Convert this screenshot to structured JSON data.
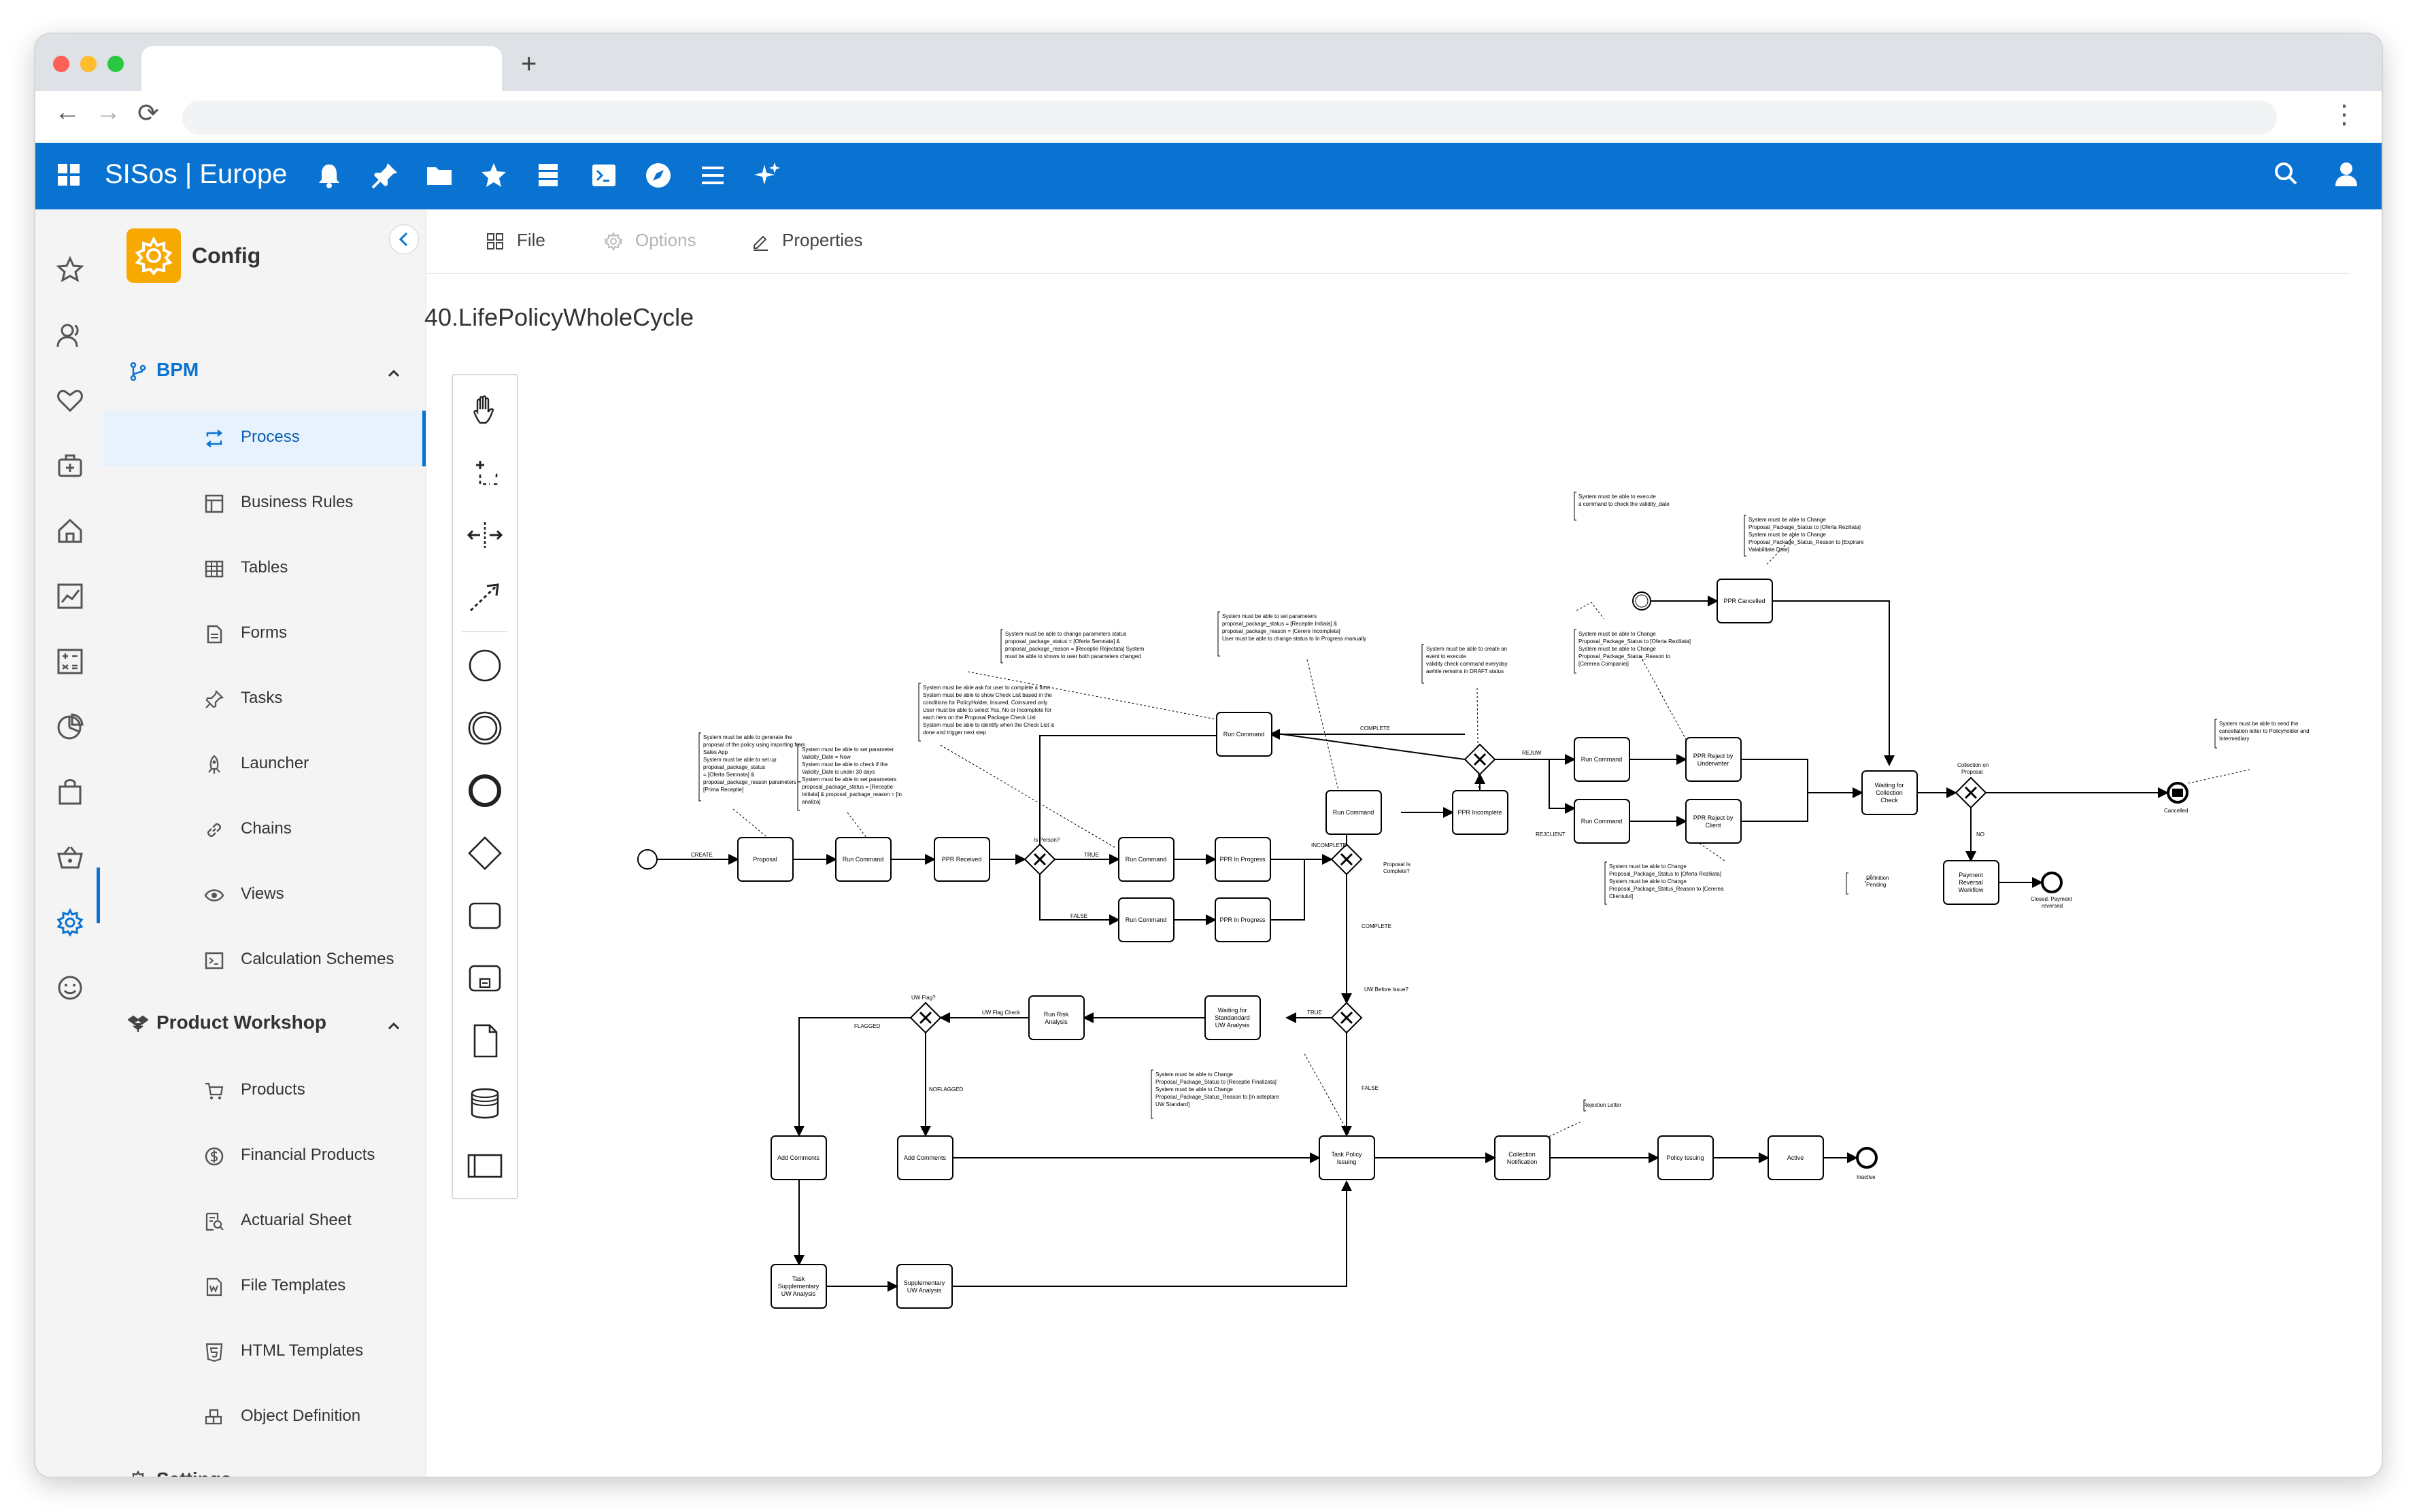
{
  "browser": {
    "new_tab_glyph": "+",
    "back_glyph": "←",
    "forward_glyph": "→",
    "reload_glyph": "⟳",
    "menu_glyph": "⋮"
  },
  "app": {
    "brand": "SISos | Europe",
    "header_icons": [
      "bell-icon",
      "pin-icon",
      "folder-icon",
      "star-icon",
      "database-icon",
      "terminal-icon",
      "compass-icon",
      "list-icon",
      "sparkle-icon"
    ],
    "header_right_icons": [
      "search-icon",
      "user-icon"
    ],
    "accent_color": "#0a73d1"
  },
  "rail": {
    "icons": [
      "star-icon",
      "users-icon",
      "heart-icon",
      "briefcase-add-icon",
      "home-icon",
      "chart-icon",
      "calculator-icon",
      "pie-icon",
      "bag-icon",
      "basket-icon",
      "gear-icon",
      "smile-icon"
    ],
    "active": "gear-icon"
  },
  "sidebar": {
    "title": "Config",
    "collapse_glyph": "‹",
    "sections": {
      "bpm": "BPM",
      "product_workshop": "Product Workshop",
      "settings": "Settings"
    },
    "bpm_items": [
      "Process",
      "Business Rules",
      "Tables",
      "Forms",
      "Tasks",
      "Launcher",
      "Chains",
      "Views",
      "Calculation Schemes"
    ],
    "product_items": [
      "Products",
      "Financial Products",
      "Actuarial Sheet",
      "File Templates",
      "HTML Templates",
      "Object Definition"
    ],
    "active_item": "Process"
  },
  "main": {
    "tabs": {
      "file": "File",
      "options": "Options",
      "properties": "Properties"
    },
    "process_title": "40.LifePolicyWholeCycle"
  },
  "diagram": {
    "tasks": {
      "proposal": "Proposal",
      "run1": "Run Command",
      "ppr_received": "PPR Received",
      "run_true": "Run Command",
      "ppr_prog_true": "PPR In Progress",
      "run_false": "Run Command",
      "ppr_prog_false": "PPR In Progress",
      "run_top": "Run Command",
      "run_inc": "Run Command",
      "ppr_incomplete": "PPR Incomplete",
      "ppr_cancelled": "PPR Cancelled",
      "run_rejuw": "Run Command",
      "ppr_rej_uw_1": "PPR Reject by",
      "ppr_rej_uw_2": "Underwriter",
      "run_rejclient": "Run Command",
      "ppr_rej_cl_1": "PPR Reject by",
      "ppr_rej_cl_2": "Client",
      "wait_coll_1": "Waiting for",
      "wait_coll_2": "Collection",
      "wait_coll_3": "Check",
      "pay_rev_1": "Payment",
      "pay_rev_2": "Reversal",
      "pay_rev_3": "Workflow",
      "wait_uw_1": "Waiting for",
      "wait_uw_2": "Standandard",
      "wait_uw_3": "UW Analysis",
      "risk_1": "Run Risk",
      "risk_2": "Analysis",
      "add_comments_1": "Add Comments",
      "add_comments_2": "Add Comments",
      "task_supp_1": "Task",
      "task_supp_2": "Supplementary",
      "task_supp_3": "UW Analysis",
      "supp_1": "Supplementary",
      "supp_2": "UW Analysis",
      "task_policy_1": "Task Policy",
      "task_policy_2": "Issuing",
      "coll_notif_1": "Collection",
      "coll_notif_2": "Notification",
      "policy_issuing": "Policy Issuing",
      "active": "Active"
    },
    "labels": {
      "create": "CREATE",
      "is_person": "Is Person?",
      "true1": "TRUE",
      "false1": "FALSE",
      "complete_top": "COMPLETE",
      "incomplete": "INCOMPLETE",
      "proposal_complete_1": "Proposal Is",
      "proposal_complete_2": "Complete?",
      "complete_down": "COMPLETE",
      "rejuw": "REJUW",
      "rejclient": "REJCLIENT",
      "collection_on_1": "Collection on",
      "collection_on_2": "Proposal",
      "no": "NO",
      "cancelled": "Cancelled",
      "closed_1": "Closed. Payment",
      "closed_2": "reversed",
      "uw_before_issue": "UW Before Issue?",
      "true2": "TRUE",
      "false2": "FALSE",
      "uw_flag_check": "UW Flag Check",
      "uw_flag": "UW Flag?",
      "flagged": "FLAGGED",
      "noflagged": "NOFLAGGED",
      "inactive": "Inactive",
      "rejection_letter": "Rejection Letter",
      "definition_pending_1": "Definition",
      "definition_pending_2": "Pending"
    },
    "notes": {
      "n1": [
        "System must be able to generate the",
        "proposal of the policy using importing from",
        "Sales App",
        "System must be able to set up",
        "proposal_package_status",
        "= [Oferta Semnata] &",
        "proposal_package_reason parameters =",
        "[Prima Receptie]"
      ],
      "n2": [
        "System must be able to set parameter",
        "Validity_Date = Now",
        "System must be able to check if the",
        "Validity_Date is under 30 days",
        "System must be able to set parameters",
        "proposal_package_status = [Receptie",
        "Initiala] & proposal_package_reason = [in",
        "analiza]"
      ],
      "n3": [
        "System must be able ask for user to complete a form",
        "System must be able to show Check List based in the",
        "conditions for PolicyHolder, Insured, Coinsured only",
        "User must be able to select Yes, No or Incomplete for",
        "each item on the Proposal Package Check List",
        "System must be able to identify when the Check List is",
        "done and trigger next step"
      ],
      "n4": [
        "System must be able to change parameters status",
        "proposal_package_status = [Oferta Semnata] &",
        "proposal_package_reason = [Receptie Rejectata] System",
        "must be able to shows to user both parameters changed"
      ],
      "n5": [
        "System must be able to set parameters",
        "proposal_package_status = [Receptie Initiala] &",
        "proposal_package_reason = [Cerere Incompleta]",
        "",
        "User must be able to change status to In Progress manually"
      ],
      "n6": [
        "System must be able to create an",
        "event to execute",
        "validity check command everyday",
        "awhile remains in DRAFT status"
      ],
      "n7": [
        "System must be able to execute",
        "a command to check the validity_date"
      ],
      "n8": [
        "System must be able to Change",
        "Proposal_Package_Status to [Oferta Reziliata]",
        "System must be able to Change",
        "Proposal_Package_Status_Reason to [Expirare",
        "Valabilitate Date]"
      ],
      "n9": [
        "System must be able to Change",
        "Proposal_Package_Status to [Oferta Reziliata]",
        "System must be able to Change",
        "Proposal_Package_Status_Reason to",
        "[Cererea Companiei]"
      ],
      "n10": [
        "System must be able to Change",
        "Proposal_Package_Status to [Oferta Reziliata]",
        "System must be able to Change",
        "Proposal_Package_Status_Reason to [Cererea",
        "Clientului]"
      ],
      "n11": [
        "System must be able to send the",
        "cancellation letter to Policyholder and",
        "Intermediary"
      ],
      "n12": [
        "System must be able to Change",
        "Proposal_Package_Status to [Receptie Finalizata]",
        "System must be able to Change",
        "Proposal_Package_Status_Reason to [In asteptare",
        "UW Standard]"
      ]
    }
  }
}
